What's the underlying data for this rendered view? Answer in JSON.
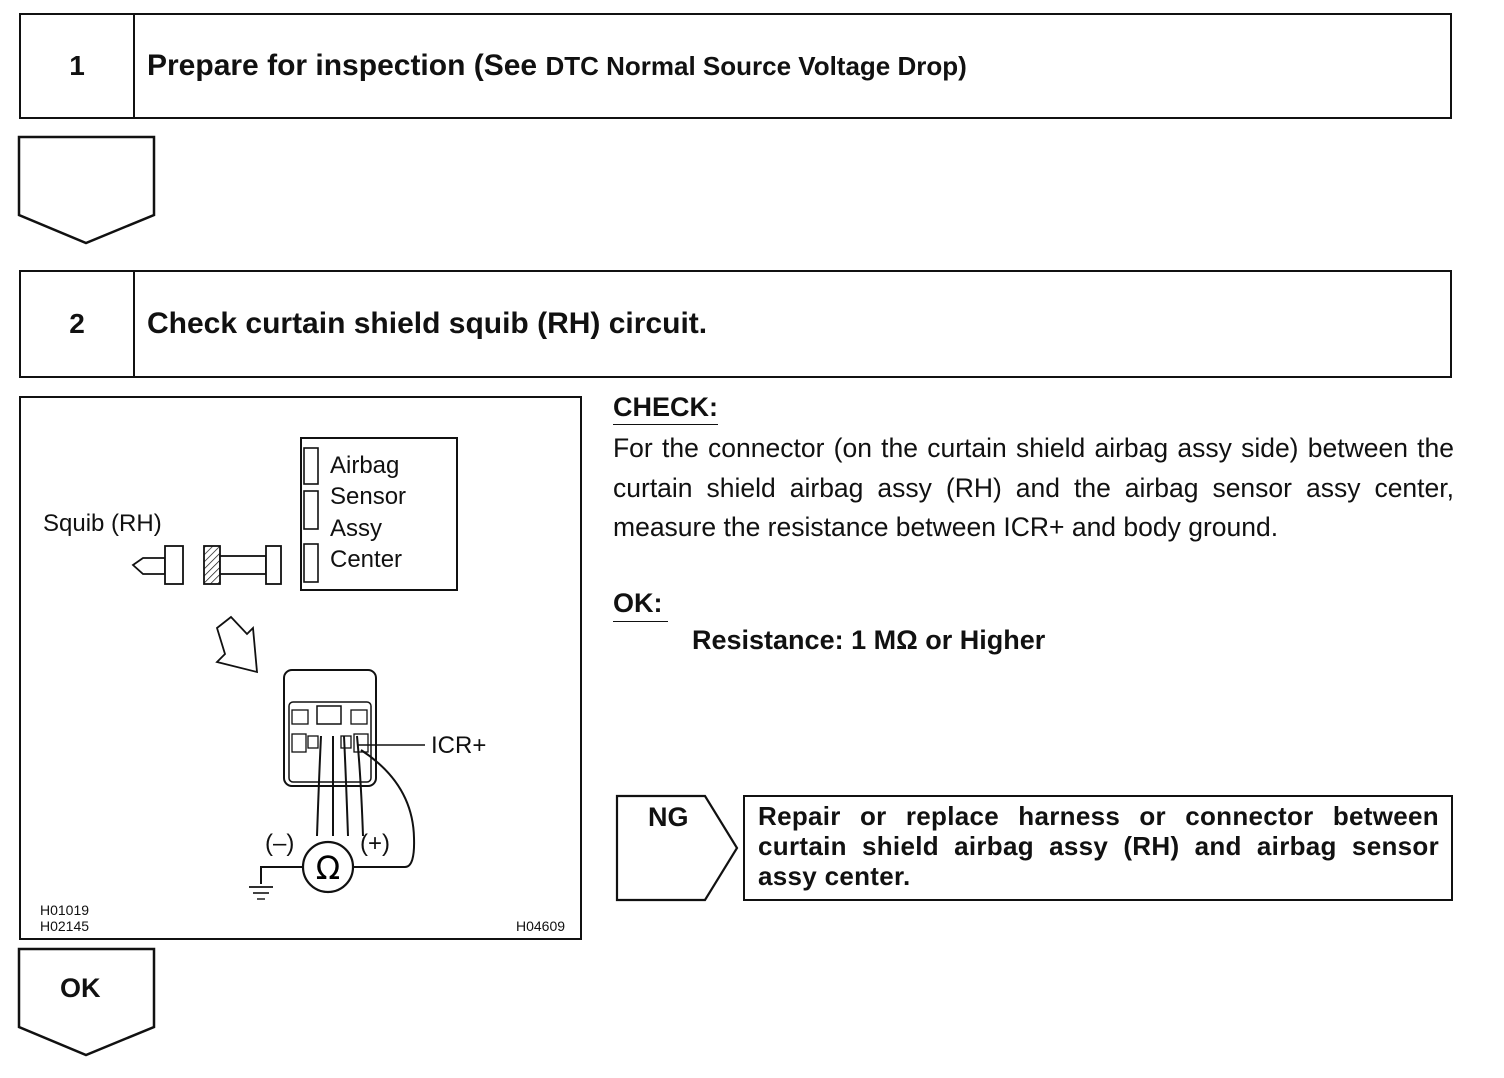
{
  "steps": [
    {
      "number": "1",
      "title_main": "Prepare for inspection (See ",
      "title_sub": "DTC Normal Source Voltage Drop)"
    },
    {
      "number": "2",
      "title": "Check curtain shield squib (RH) circuit."
    }
  ],
  "figure": {
    "squib_label": "Squib (RH)",
    "ecu_lines": [
      "Airbag",
      "Sensor",
      "Assy",
      "Center"
    ],
    "terminal_label": "ICR+",
    "minus_label": "(–)",
    "plus_label": "(+)",
    "ohm_symbol": "Ω",
    "codes_left": [
      "H01019",
      "H02145"
    ],
    "code_right": "H04609"
  },
  "check": {
    "heading": "CHECK:",
    "body": "For the connector (on the curtain shield airbag assy side) between the curtain shield airbag assy (RH) and the airbag sensor assy center, measure the resistance between ICR+ and body ground."
  },
  "ok": {
    "heading": "OK:",
    "spec": "Resistance: 1 MΩ or Higher"
  },
  "ng": {
    "label": "NG",
    "action": "Repair or replace harness or connector between curtain shield airbag assy (RH) and airbag sensor assy center."
  },
  "ok_arrow_label": "OK"
}
